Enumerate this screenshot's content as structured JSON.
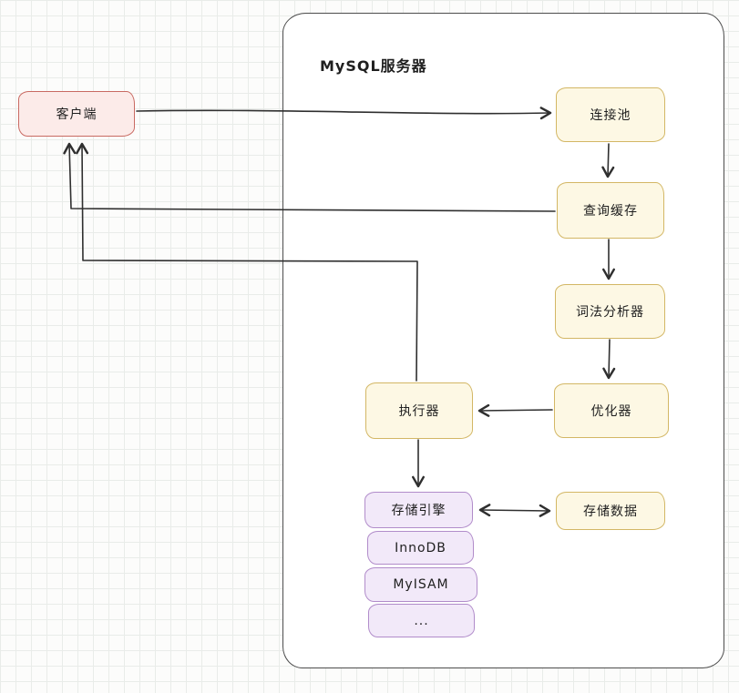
{
  "diagram": {
    "title": "MySQL服务器",
    "nodes": {
      "client": {
        "label": "客户端"
      },
      "connection_pool": {
        "label": "连接池"
      },
      "query_cache": {
        "label": "查询缓存"
      },
      "lexical_analyzer": {
        "label": "词法分析器"
      },
      "optimizer": {
        "label": "优化器"
      },
      "executor": {
        "label": "执行器"
      },
      "storage_engine": {
        "label": "存储引擎"
      },
      "engine_innodb": {
        "label": "InnoDB"
      },
      "engine_myisam": {
        "label": "MyISAM"
      },
      "engine_more": {
        "label": "..."
      },
      "storage_data": {
        "label": "存储数据"
      }
    },
    "edges": [
      {
        "from": "client",
        "to": "connection_pool",
        "bidirectional": false
      },
      {
        "from": "connection_pool",
        "to": "query_cache",
        "bidirectional": false
      },
      {
        "from": "query_cache",
        "to": "client",
        "bidirectional": false
      },
      {
        "from": "query_cache",
        "to": "lexical_analyzer",
        "bidirectional": false
      },
      {
        "from": "lexical_analyzer",
        "to": "optimizer",
        "bidirectional": false
      },
      {
        "from": "optimizer",
        "to": "executor",
        "bidirectional": false
      },
      {
        "from": "executor",
        "to": "client",
        "bidirectional": false
      },
      {
        "from": "executor",
        "to": "storage_engine",
        "bidirectional": false
      },
      {
        "from": "storage_engine",
        "to": "storage_data",
        "bidirectional": true
      }
    ],
    "colors": {
      "client_fill": "#fcebe9",
      "client_border": "#c96a62",
      "yellow_fill": "#fdf8e4",
      "yellow_border": "#d3b765",
      "purple_fill": "#f2e9f9",
      "purple_border": "#b18cca",
      "container_border": "#4d4d4d",
      "arrow": "#2f2f2f",
      "grid_line": "#e9ece9",
      "background": "#fcfcfb",
      "text": "#1f1f1f"
    }
  }
}
